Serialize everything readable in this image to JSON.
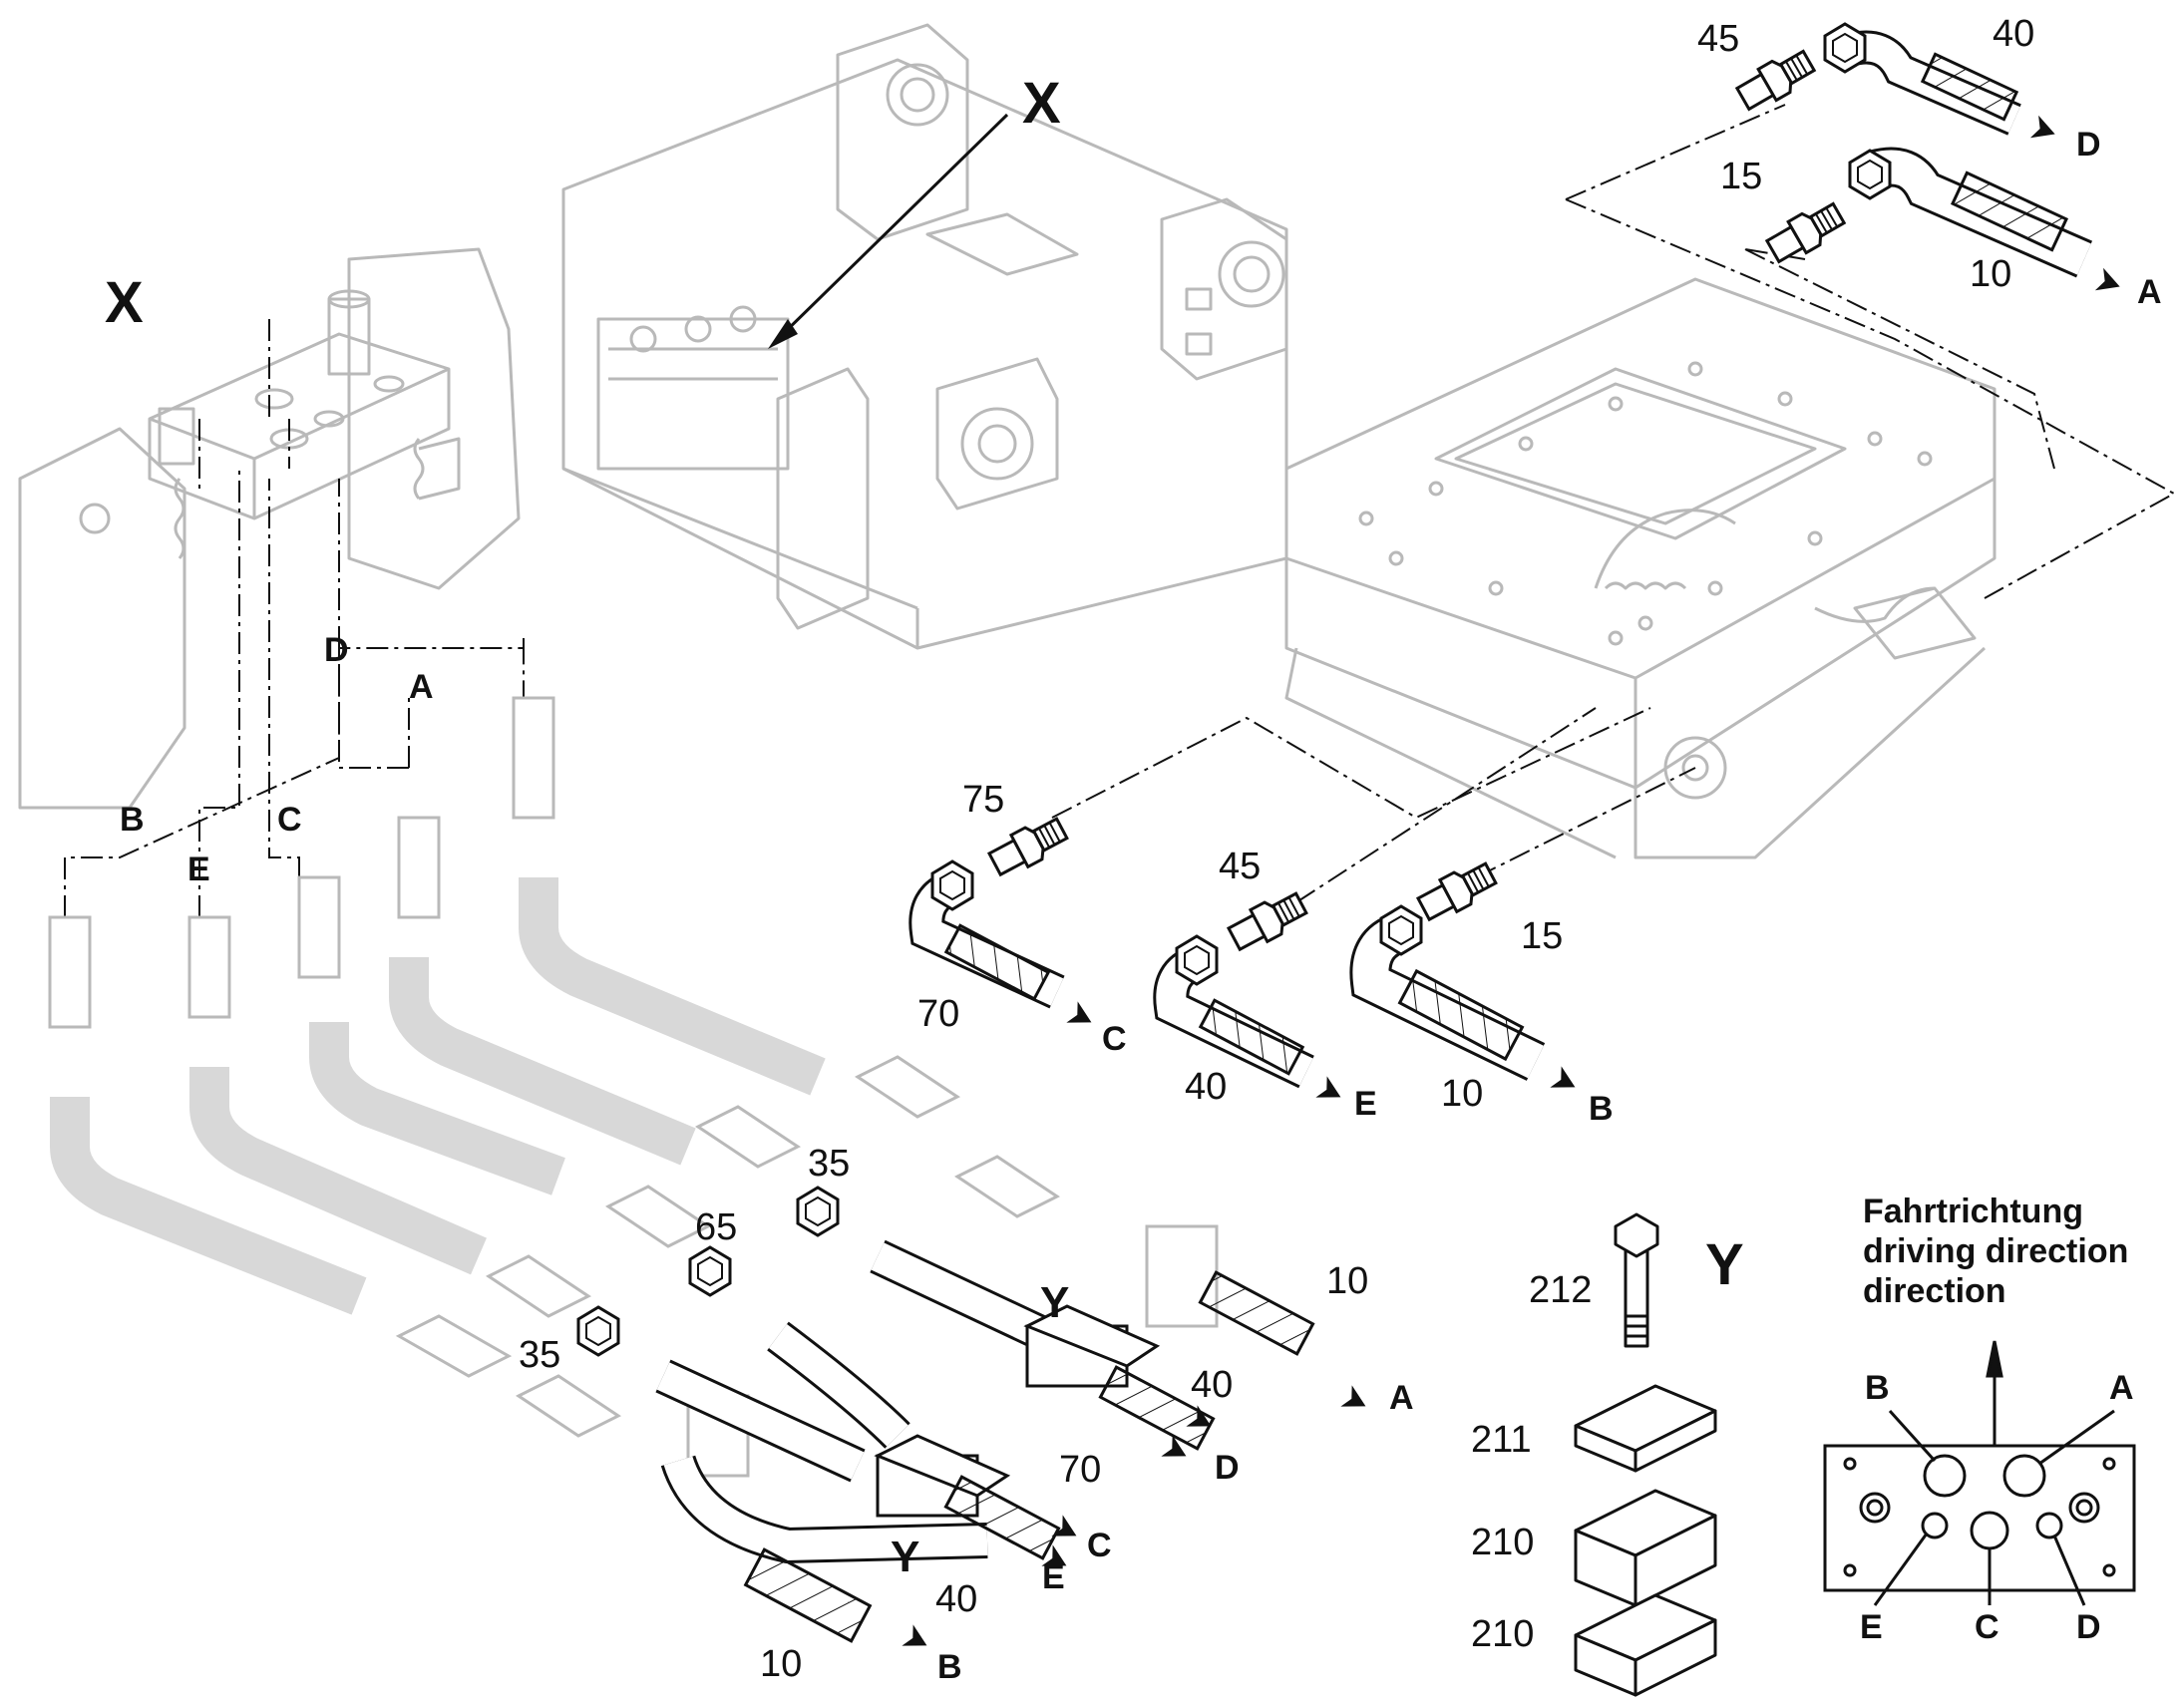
{
  "colors": {
    "line": "#111111",
    "faded": "#b9b9b9",
    "background": "#ffffff"
  },
  "views": {
    "x_detail": "X",
    "x_overview": "X",
    "y_clamp": "Y",
    "y_left": "Y",
    "y_right": "Y"
  },
  "parts": {
    "p45_top": "45",
    "p40_top": "40",
    "p15_top": "15",
    "p10_top": "10",
    "p75": "75",
    "p70_mid": "70",
    "p45_mid": "45",
    "p40_mid": "40",
    "p15_mid": "15",
    "p10_mid": "10",
    "p35_a": "35",
    "p65": "65",
    "p35_b": "35",
    "p10_r": "10",
    "p40_r": "40",
    "p70_r": "70",
    "p40_b": "40",
    "p10_b": "10",
    "p212": "212",
    "p211": "211",
    "p210_a": "210",
    "p210_b": "210"
  },
  "ports": {
    "D_top": "D",
    "A_top": "A",
    "C_mid": "C",
    "E_mid": "E",
    "B_mid": "B",
    "A_left": "A",
    "B_left": "B",
    "C_left": "C",
    "D_left": "D",
    "E_left": "E",
    "A_out": "A",
    "D_out": "D",
    "C_out": "C",
    "E_out": "E",
    "B_out": "B"
  },
  "direction_panel": {
    "line1": "Fahrtrichtung",
    "line2": "driving direction",
    "line3": "direction",
    "B": "B",
    "A": "A",
    "E": "E",
    "C": "C",
    "D": "D"
  }
}
